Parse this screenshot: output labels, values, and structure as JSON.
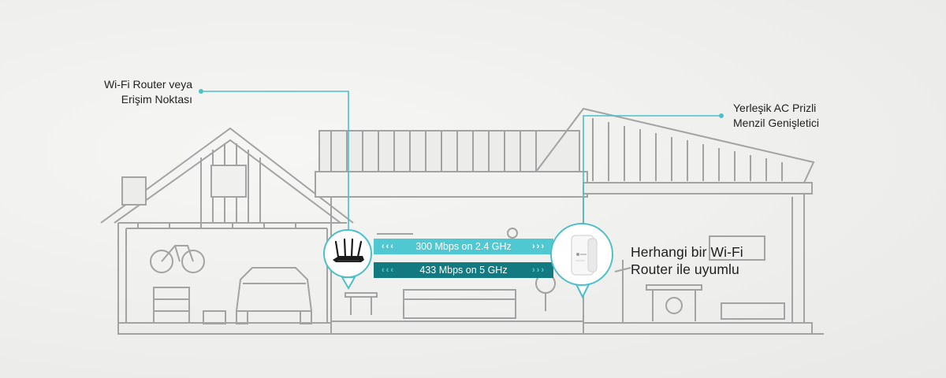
{
  "router_callout": {
    "line1": "Wi-Fi Router veya",
    "line2": "Erişim Noktası"
  },
  "extender_callout": {
    "line1": "Yerleşik AC Prizli",
    "line2": "Menzil Genişletici"
  },
  "compatibility": {
    "line1": "Herhangi bir Wi-Fi",
    "line2": "Router ile uyumlu"
  },
  "bands": [
    {
      "label": "300 Mbps on 2.4 GHz",
      "arrows_left": "‹‹‹",
      "arrows_right": "›››"
    },
    {
      "label": "433 Mbps on 5 GHz",
      "arrows_left": "‹‹‹",
      "arrows_right": "›››"
    }
  ],
  "colors": {
    "accent": "#4cbfc8",
    "band_24": "#4fc8d2",
    "band_5": "#127a80",
    "outline": "#9c9c9c"
  }
}
